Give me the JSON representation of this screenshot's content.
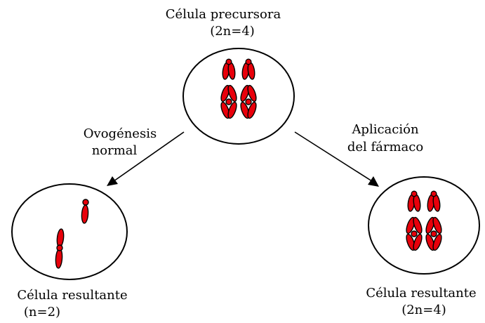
{
  "colors": {
    "chromosome_fill": "#e8000b",
    "chromosome_stroke": "#000000",
    "outline": "#000000",
    "background": "#ffffff"
  },
  "precursor": {
    "title": "Célula precursora",
    "ploidy": "(2n=4)"
  },
  "left_branch": {
    "line1": "Ovogénesis",
    "line2": "normal",
    "result_title": "Célula resultante",
    "result_ploidy": "(n=2)"
  },
  "right_branch": {
    "line1": "Aplicación",
    "line2": "del fármaco",
    "result_title": "Célula resultante",
    "result_ploidy": "(2n=4)"
  }
}
